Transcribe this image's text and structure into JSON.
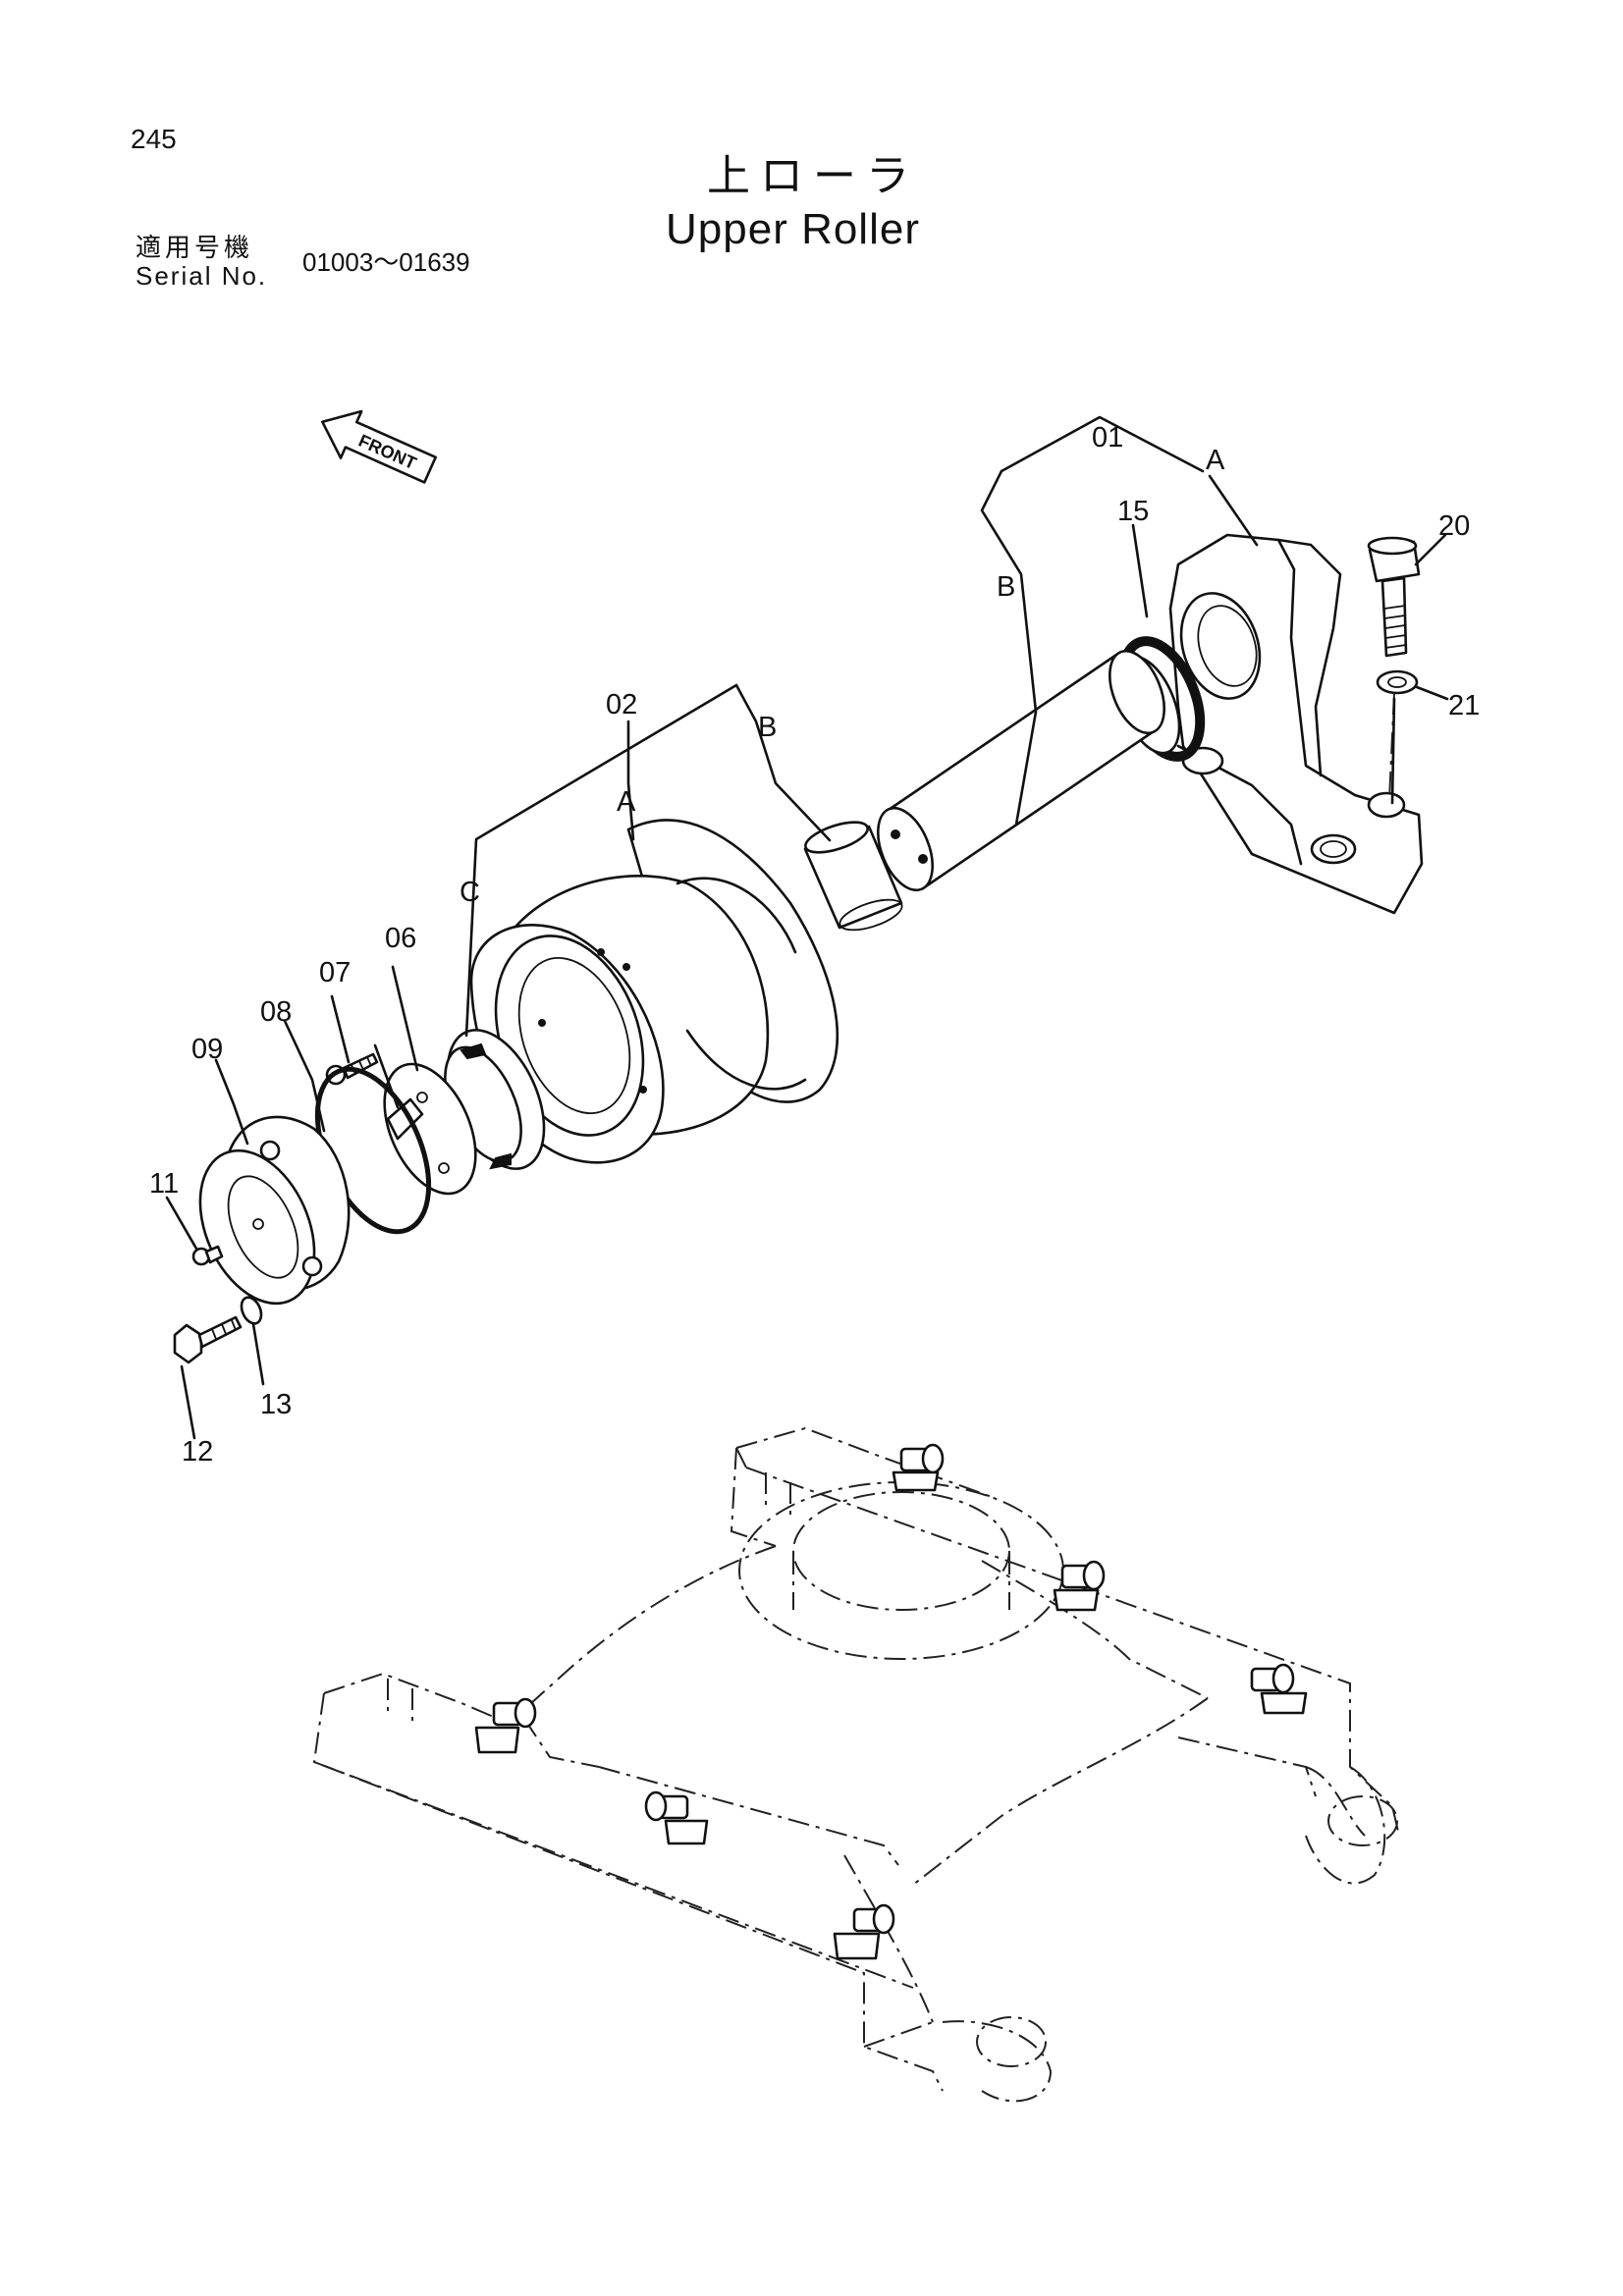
{
  "header": {
    "page_number": "245",
    "title_ja": "上ローラ",
    "title_en": "Upper Roller",
    "serial_label_ja": "適用号機",
    "serial_label_en": "Serial No.",
    "serial_range": "01003～01639"
  },
  "direction_marker": "FRONT",
  "callouts": {
    "p01": "01",
    "p02": "02",
    "p06": "06",
    "p07": "07",
    "p08": "08",
    "p09": "09",
    "p11": "11",
    "p12": "12",
    "p13": "13",
    "p15": "15",
    "p20": "20",
    "p21": "21",
    "a_top": "A",
    "b_top": "B",
    "a_mid": "A",
    "b_mid": "B",
    "c_mid": "C"
  }
}
